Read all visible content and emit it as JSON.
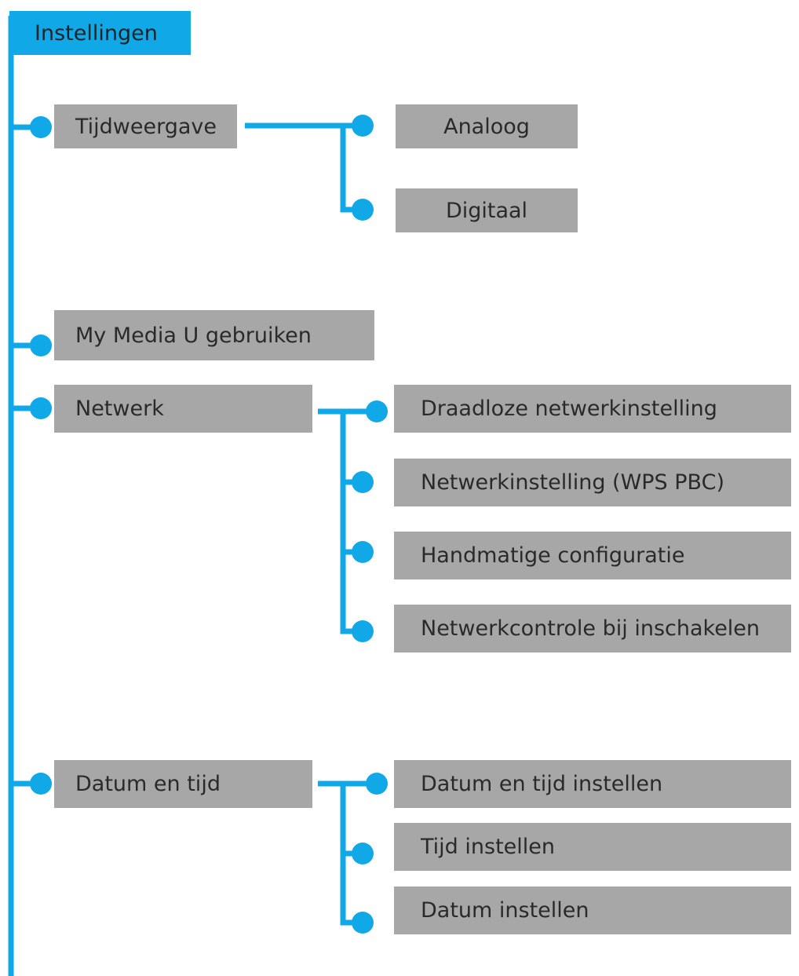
{
  "root": {
    "label": "Instellingen"
  },
  "colors": {
    "accent": "#10a8e6",
    "box": "#a7a7a7",
    "text": "#2a2a2a"
  },
  "items": [
    {
      "label": "Tijdweergave",
      "children": [
        "Analoog",
        "Digitaal"
      ]
    },
    {
      "label": "My Media U gebruiken",
      "children": []
    },
    {
      "label": "Netwerk",
      "children": [
        "Draadloze netwerkinstelling",
        "Netwerkinstelling (WPS PBC)",
        "Handmatige configuratie",
        "Netwerkcontrole bij inschakelen"
      ]
    },
    {
      "label": "Datum en tijd",
      "children": [
        "Datum en tijd instellen",
        "Tijd instellen",
        "Datum instellen"
      ]
    }
  ]
}
